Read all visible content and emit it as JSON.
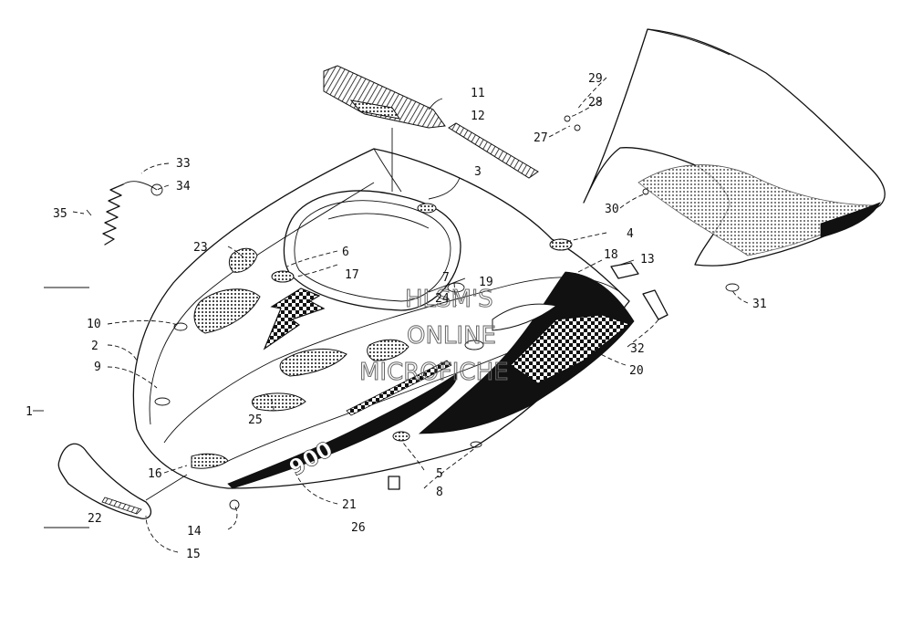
{
  "callouts": [
    "1",
    "2",
    "3",
    "4",
    "5",
    "6",
    "7",
    "8",
    "9",
    "10",
    "11",
    "12",
    "13",
    "14",
    "15",
    "16",
    "17",
    "18",
    "19",
    "20",
    "21",
    "22",
    "23",
    "24",
    "25",
    "26",
    "27",
    "28",
    "29",
    "30",
    "31",
    "32",
    "33",
    "34",
    "35"
  ],
  "hood_decal_text": "900",
  "watermark": [
    "HLSM'S",
    "ONLINE",
    "MICROFICHE"
  ],
  "colors": {
    "ink": "#111111",
    "background": "#ffffff",
    "watermark": "#666666"
  }
}
